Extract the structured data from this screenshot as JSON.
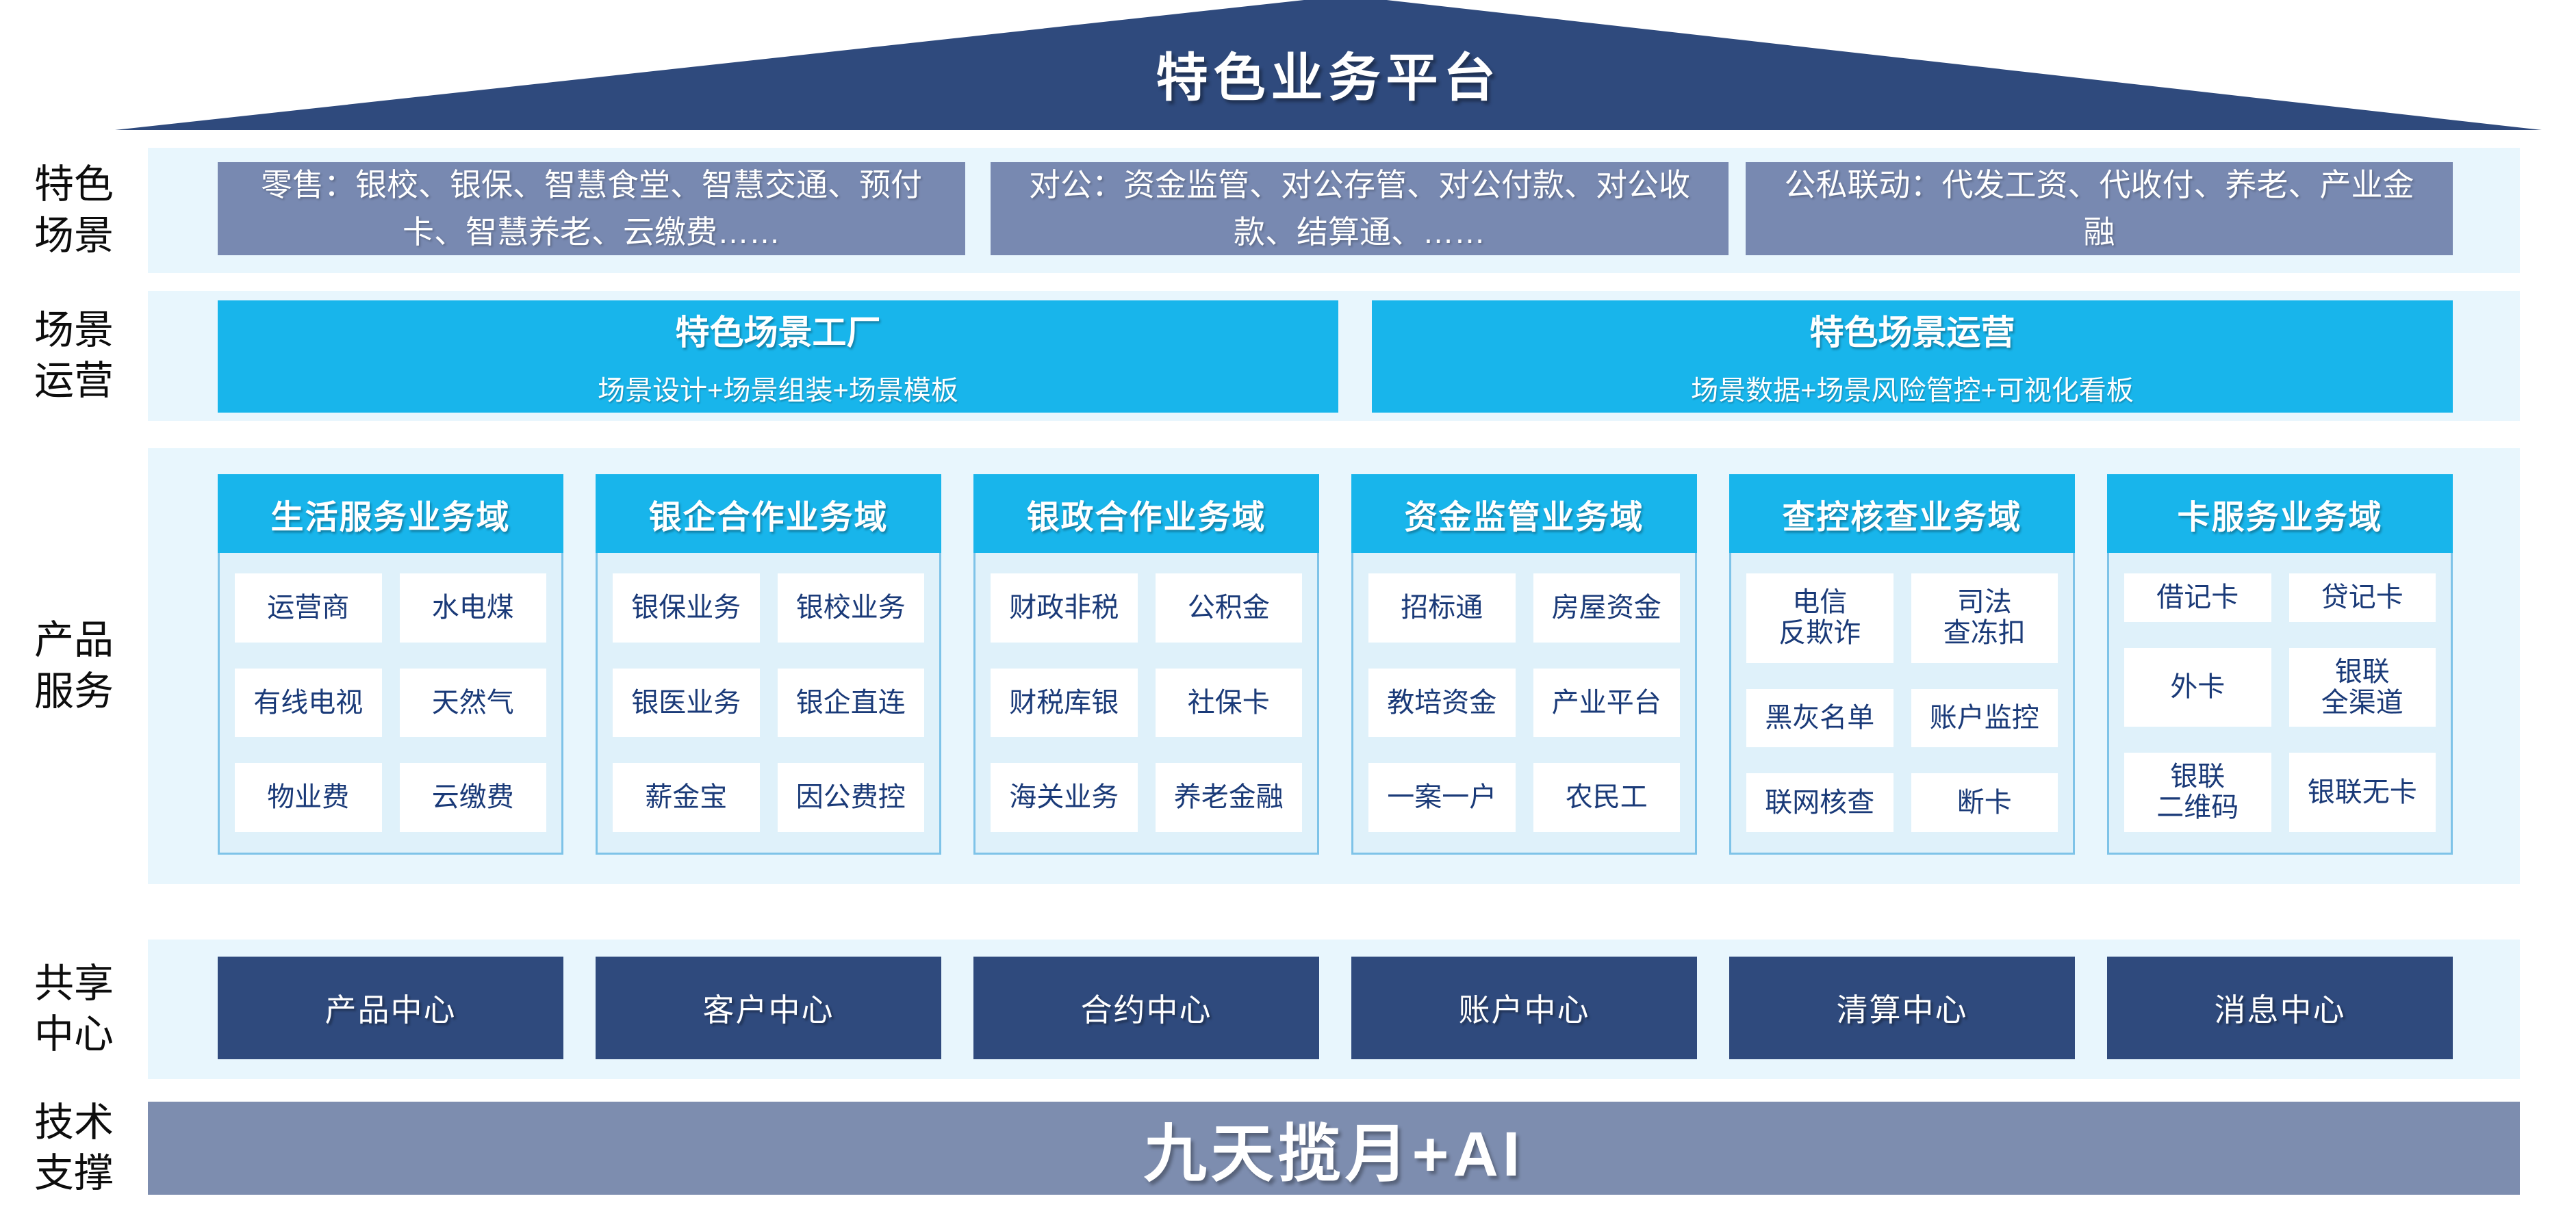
{
  "title": "特色业务平台",
  "side_labels": [
    "特色\n场景",
    "场景\n运营",
    "产品\n服务",
    "共享\n中心",
    "技术\n支撑"
  ],
  "scenario_row": {
    "boxes": [
      "零售：银校、银保、智慧食堂、智慧交通、预付卡、智慧养老、云缴费……",
      "对公：资金监管、对公存管、对公付款、对公收款、结算通、……",
      "公私联动：代发工资、代收付、养老、产业金融"
    ]
  },
  "operation_row": {
    "boxes": [
      {
        "title": "特色场景工厂",
        "subtitle": "场景设计+场景组装+场景模板"
      },
      {
        "title": "特色场景运营",
        "subtitle": "场景数据+场景风险管控+可视化看板"
      }
    ]
  },
  "product_row": {
    "columns": [
      {
        "header": "生活服务业务域",
        "cells": [
          "运营商",
          "水电煤",
          "有线电视",
          "天然气",
          "物业费",
          "云缴费"
        ]
      },
      {
        "header": "银企合作业务域",
        "cells": [
          "银保业务",
          "银校业务",
          "银医业务",
          "银企直连",
          "薪金宝",
          "因公费控"
        ]
      },
      {
        "header": "银政合作业务域",
        "cells": [
          "财政非税",
          "公积金",
          "财税库银",
          "社保卡",
          "海关业务",
          "养老金融"
        ]
      },
      {
        "header": "资金监管业务域",
        "cells": [
          "招标通",
          "房屋资金",
          "教培资金",
          "产业平台",
          "一案一户",
          "农民工"
        ]
      },
      {
        "header": "查控核查业务域",
        "cells": [
          "电信\n反欺诈",
          "司法\n查冻扣",
          "黑灰名单",
          "账户监控",
          "联网核查",
          "断卡"
        ]
      },
      {
        "header": "卡服务业务域",
        "cells": [
          "借记卡",
          "贷记卡",
          "外卡",
          "银联\n全渠道",
          "银联\n二维码",
          "银联无卡"
        ]
      }
    ]
  },
  "shared_row": {
    "boxes": [
      "产品中心",
      "客户中心",
      "合约中心",
      "账户中心",
      "清算中心",
      "消息中心"
    ]
  },
  "tech_row": {
    "label": "九天揽月+AI"
  },
  "colors": {
    "roof_navy": "#2F4A7D",
    "slate_blue": "#7889B1",
    "tech_slate": "#7D8DAF",
    "cyan": "#18B5EB",
    "panel_light_blue": "#E8F6FD",
    "body_light_blue": "#DFF1FA",
    "cell_text_navy": "#1A3A78",
    "body_border_blue": "#7EC3E8"
  }
}
